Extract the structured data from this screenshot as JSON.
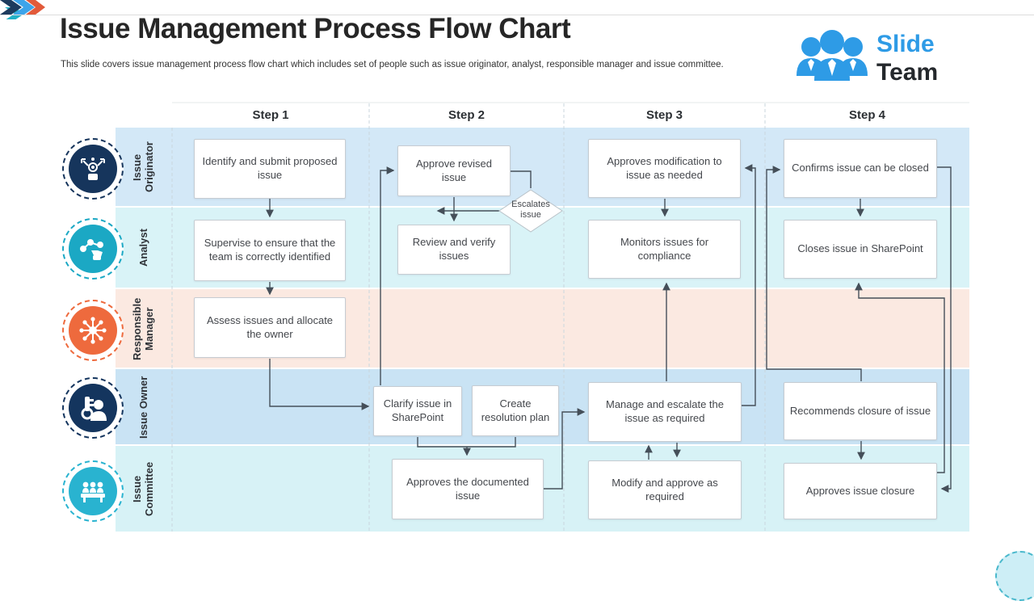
{
  "page": {
    "title": "Issue Management Process Flow Chart",
    "subtitle": "This slide covers issue management process flow chart which includes set of people such as issue originator, analyst, responsible manager and issue committee."
  },
  "logo": {
    "word1": "Slide",
    "word2": "Team",
    "brand_blue": "#2e9be6",
    "brand_dark": "#24282c"
  },
  "diagram": {
    "columns": [
      "Step 1",
      "Step 2",
      "Step 3",
      "Step 4"
    ],
    "rows": [
      {
        "label": "Issue Originator",
        "icon": "robot-gear-icon",
        "color": "#16355c",
        "band_color": "#d3e8f7"
      },
      {
        "label": "Analyst",
        "icon": "analysis-hand-icon",
        "color": "#1ba8c4",
        "band_color": "#d9f3f7"
      },
      {
        "label": "Responsible Manager",
        "icon": "network-hub-icon",
        "color": "#ee6a3d",
        "band_color": "#fbe9e1"
      },
      {
        "label": "Issue Owner",
        "icon": "key-person-icon",
        "color": "#14355e",
        "band_color": "#c9e3f4"
      },
      {
        "label": "Issue Committee",
        "icon": "committee-icon",
        "color": "#29b3d0",
        "band_color": "#d7f2f6"
      }
    ],
    "nodes": [
      {
        "id": "identify-submit",
        "text": "Identify and submit proposed issue"
      },
      {
        "id": "approve-revised",
        "text": "Approve revised issue"
      },
      {
        "id": "review-verify",
        "text": "Review and verify issues"
      },
      {
        "id": "supervise-team",
        "text": "Supervise to ensure that the team is correctly identified"
      },
      {
        "id": "assess-allocate",
        "text": "Assess issues and allocate the owner"
      },
      {
        "id": "clarify-sharepoint",
        "text": "Clarify issue in SharePoint"
      },
      {
        "id": "create-plan",
        "text": "Create resolution plan"
      },
      {
        "id": "approves-documented",
        "text": "Approves the documented issue"
      },
      {
        "id": "manage-escalate",
        "text": "Manage and escalate the issue as required"
      },
      {
        "id": "modify-approve",
        "text": "Modify and approve as required"
      },
      {
        "id": "approves-modification",
        "text": "Approves modification to issue as needed"
      },
      {
        "id": "monitors-compliance",
        "text": "Monitors issues for compliance"
      },
      {
        "id": "confirms-closed",
        "text": "Confirms issue can be closed"
      },
      {
        "id": "closes-sharepoint",
        "text": "Closes issue in SharePoint"
      },
      {
        "id": "recommends-closure",
        "text": "Recommends closure of issue"
      },
      {
        "id": "approves-closure",
        "text": "Approves issue closure"
      }
    ],
    "decision": {
      "text": "Escalates issue"
    },
    "edges": [
      {
        "from": "identify-submit",
        "to": "supervise-team"
      },
      {
        "from": "supervise-team",
        "to": "assess-allocate"
      },
      {
        "from": "assess-allocate",
        "to": "clarify-sharepoint"
      },
      {
        "from": "clarify-sharepoint",
        "to": "approve-revised"
      },
      {
        "from": "approve-revised",
        "to": "review-verify"
      },
      {
        "from": "approve-revised",
        "to": "escalates-issue"
      },
      {
        "from": "escalates-issue",
        "to": "review-verify"
      },
      {
        "from": "clarify-sharepoint",
        "to": "approves-documented"
      },
      {
        "from": "create-plan",
        "to": "approves-documented"
      },
      {
        "from": "approves-documented",
        "to": "manage-escalate"
      },
      {
        "from": "manage-escalate",
        "to": "monitors-compliance"
      },
      {
        "from": "approves-modification",
        "to": "monitors-compliance"
      },
      {
        "from": "manage-escalate",
        "to": "approves-modification"
      },
      {
        "from": "modify-approve",
        "to": "manage-escalate"
      },
      {
        "from": "manage-escalate",
        "to": "modify-approve"
      },
      {
        "from": "recommends-closure",
        "to": "confirms-closed"
      },
      {
        "from": "confirms-closed",
        "to": "closes-sharepoint"
      },
      {
        "from": "confirms-closed",
        "to": "approves-closure"
      },
      {
        "from": "recommends-closure",
        "to": "approves-closure"
      },
      {
        "from": "approves-closure",
        "to": "closes-sharepoint"
      }
    ],
    "connector_color": "#454f59"
  }
}
